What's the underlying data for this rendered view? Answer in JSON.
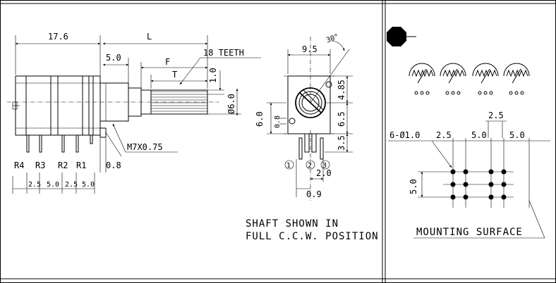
{
  "side_view": {
    "dim_body_length": "17.6",
    "dim_L": "L",
    "dim_5_0": "5.0",
    "dim_F": "F",
    "dim_T": "T",
    "teeth_label": "18 TEETH",
    "dim_1_0": "1.0",
    "dim_6_0": "Ø6.0",
    "thread_label": "M7X0.75",
    "terminal_labels": [
      "R4",
      "R3",
      "R2",
      "R1"
    ],
    "dim_0_8": "0.8",
    "pin_spacing": [
      "2.5",
      "5.0",
      "2.5",
      "5.0"
    ]
  },
  "front_view": {
    "dim_9_5": "9.5",
    "angle": "30°",
    "dim_4_85": "4.85",
    "dim_6_5": "6.5",
    "dim_3_5": "3.5",
    "dim_6_0": "6.0",
    "dim_0_8": "0.8",
    "dim_2_0": "2.0",
    "dim_0_9": "0.9",
    "pins": [
      "1",
      "2",
      "3"
    ]
  },
  "note": {
    "line1": "SHAFT SHOWN IN",
    "line2": "FULL C.C.W. POSITION"
  },
  "pcb_layout": {
    "dim_2_5_top": "2.5",
    "holes_label": "6-Ø1.0",
    "dim_2_5": "2.5",
    "dim_5_0_a": "5.0",
    "dim_5_0_b": "5.0",
    "dim_5_0_vert": "5.0",
    "mounting_label": "MOUNTING SURFACE"
  }
}
